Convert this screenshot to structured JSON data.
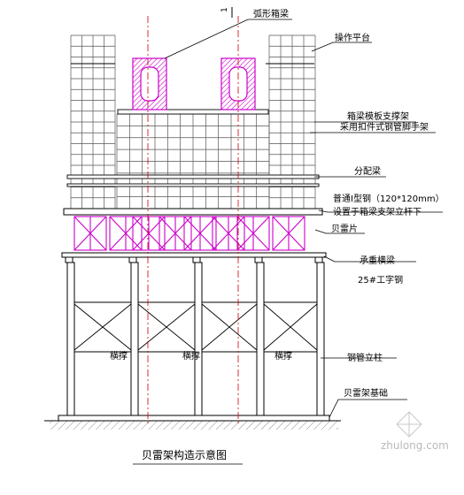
{
  "section_marker": "1",
  "labels": {
    "arc_box_beam": "弧形箱梁",
    "operation_platform": "操作平台",
    "formwork_support_1": "箱梁模板支撑架",
    "formwork_support_2": "采用扣件式钢管脚手架",
    "distribution_beam": "分配梁",
    "i_steel_1": "普通I型钢（120*120mm）",
    "i_steel_2": "设置于箱梁支架立杆下",
    "bailey_piece": "贝雷片",
    "bearing_beam_1": "承重横梁",
    "bearing_beam_2": "25#工字钢",
    "steel_column": "钢管立柱",
    "bailey_foundation": "贝雷架基础",
    "cross_brace": "横撑"
  },
  "caption": "贝雷架构造示意图",
  "watermark": "zhulong.com",
  "colors": {
    "line": "#000000",
    "magenta": "#cc00cc",
    "grid": "#555555",
    "watermark": "#bbbbbb"
  }
}
